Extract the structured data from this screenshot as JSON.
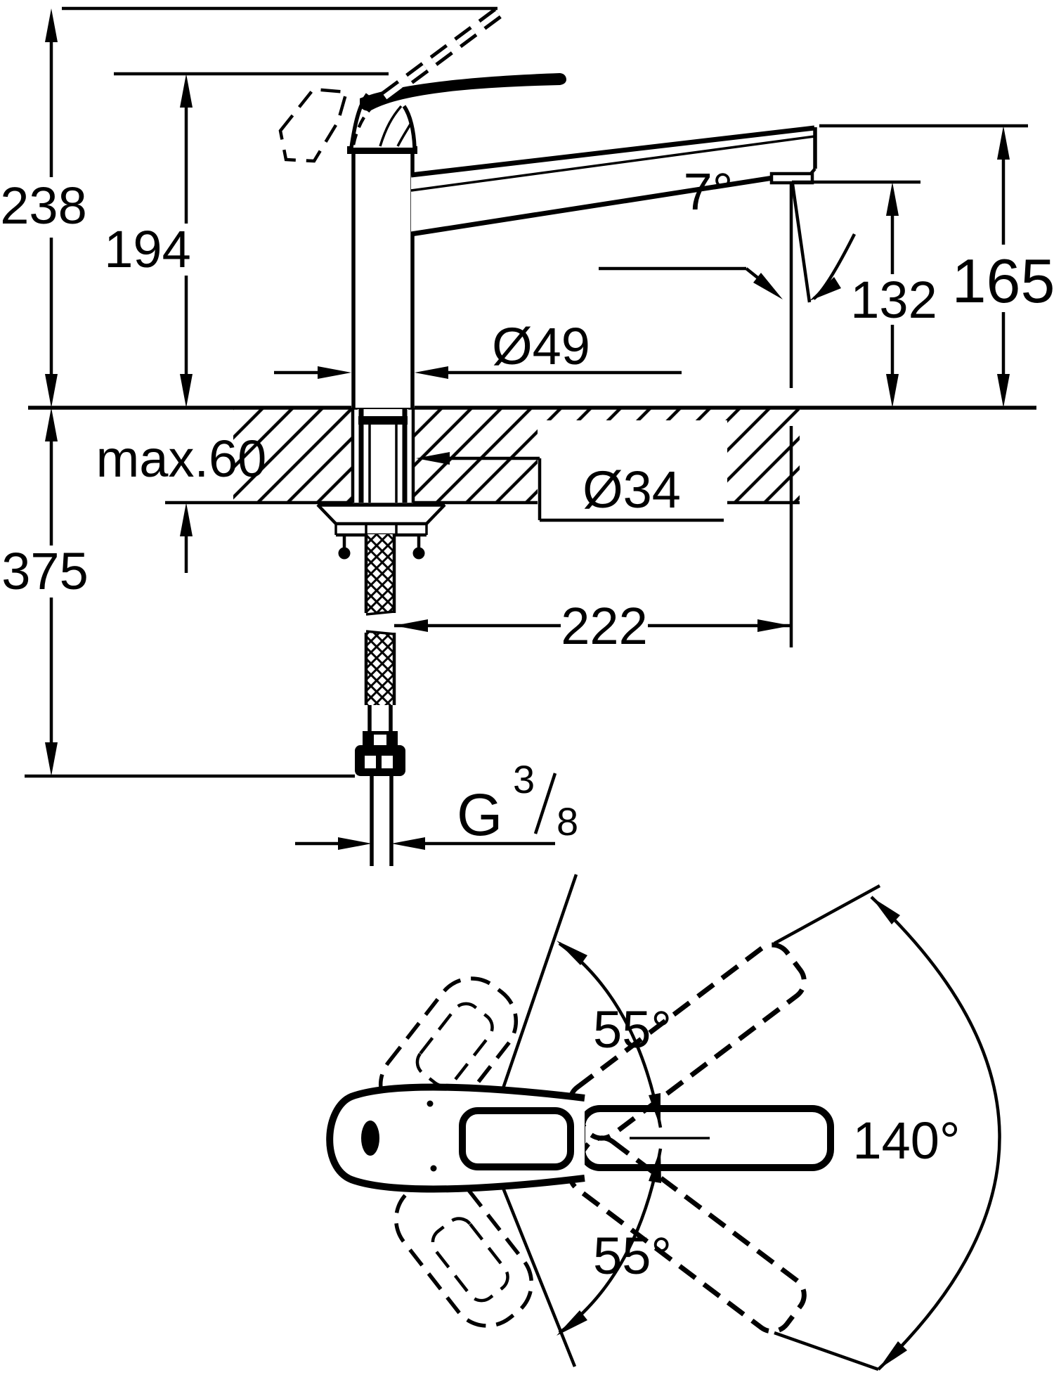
{
  "drawing": {
    "title": "faucet-installation-dimension-drawing",
    "units": "mm",
    "colors": {
      "line": "#000000",
      "background": "#ffffff"
    },
    "labels": {
      "total_height": "238",
      "lever_height": "194",
      "body_diameter": "Ø49",
      "spout_angle": "7°",
      "aerator_height": "132",
      "spout_height": "165",
      "counter_thickness": "max.60",
      "hole_diameter": "Ø34",
      "below_counter": "375",
      "spout_reach": "222",
      "thread_g": "G",
      "thread_num": "3",
      "thread_den": "8",
      "swivel_upper": "55°",
      "swivel_total": "140°",
      "swivel_lower": "55°"
    }
  }
}
